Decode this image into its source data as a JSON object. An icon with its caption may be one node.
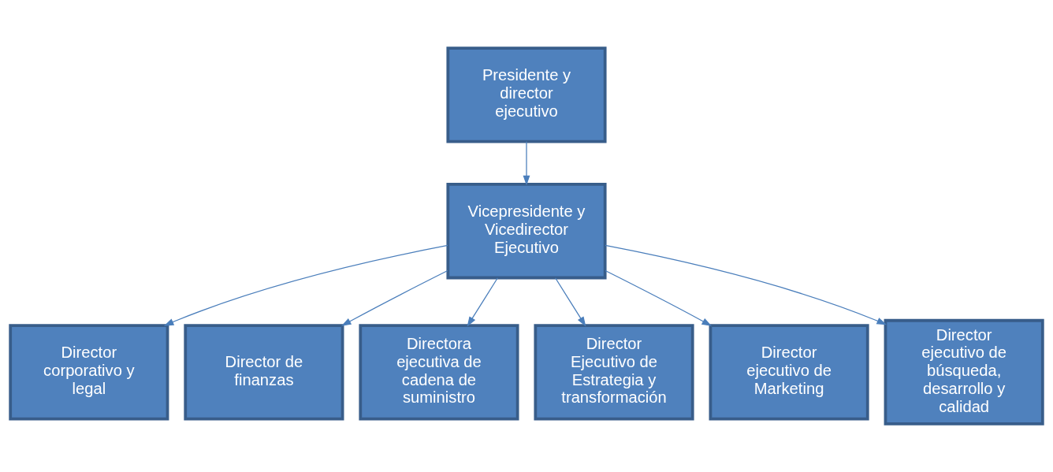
{
  "diagram": {
    "nodes": [
      {
        "text": [
          "Presidente y director ejecutivo"
        ]
      },
      {
        "text": [
          "Vicepresidente y Vicedirector Ejecutivo"
        ]
      },
      {
        "text": [
          "Director corporativo y legal"
        ]
      },
      {
        "text": [
          "Director de finanzas"
        ]
      },
      {
        "text": [
          "Directora ejecutiva de cadena de suministro"
        ]
      },
      {
        "text": [
          "Director Ejecutivo de Estrategia y transformación"
        ]
      },
      {
        "text": [
          "Director ejecutivo de Marketing"
        ]
      },
      {
        "text": [
          "Director ejecutivo de búsqueda, desarrollo y calidad"
        ]
      }
    ],
    "edges": [
      {
        "from": 0,
        "to": 1,
        "arrow": "to"
      },
      {
        "from": 1,
        "to": 2,
        "arrow": "to"
      },
      {
        "from": 1,
        "to": 3,
        "arrow": "to"
      },
      {
        "from": 1,
        "to": 4,
        "arrow": "to"
      },
      {
        "from": 1,
        "to": 5,
        "arrow": "to"
      },
      {
        "from": 1,
        "to": 6,
        "arrow": "to"
      },
      {
        "from": 1,
        "to": 7,
        "arrow": "to"
      }
    ]
  }
}
